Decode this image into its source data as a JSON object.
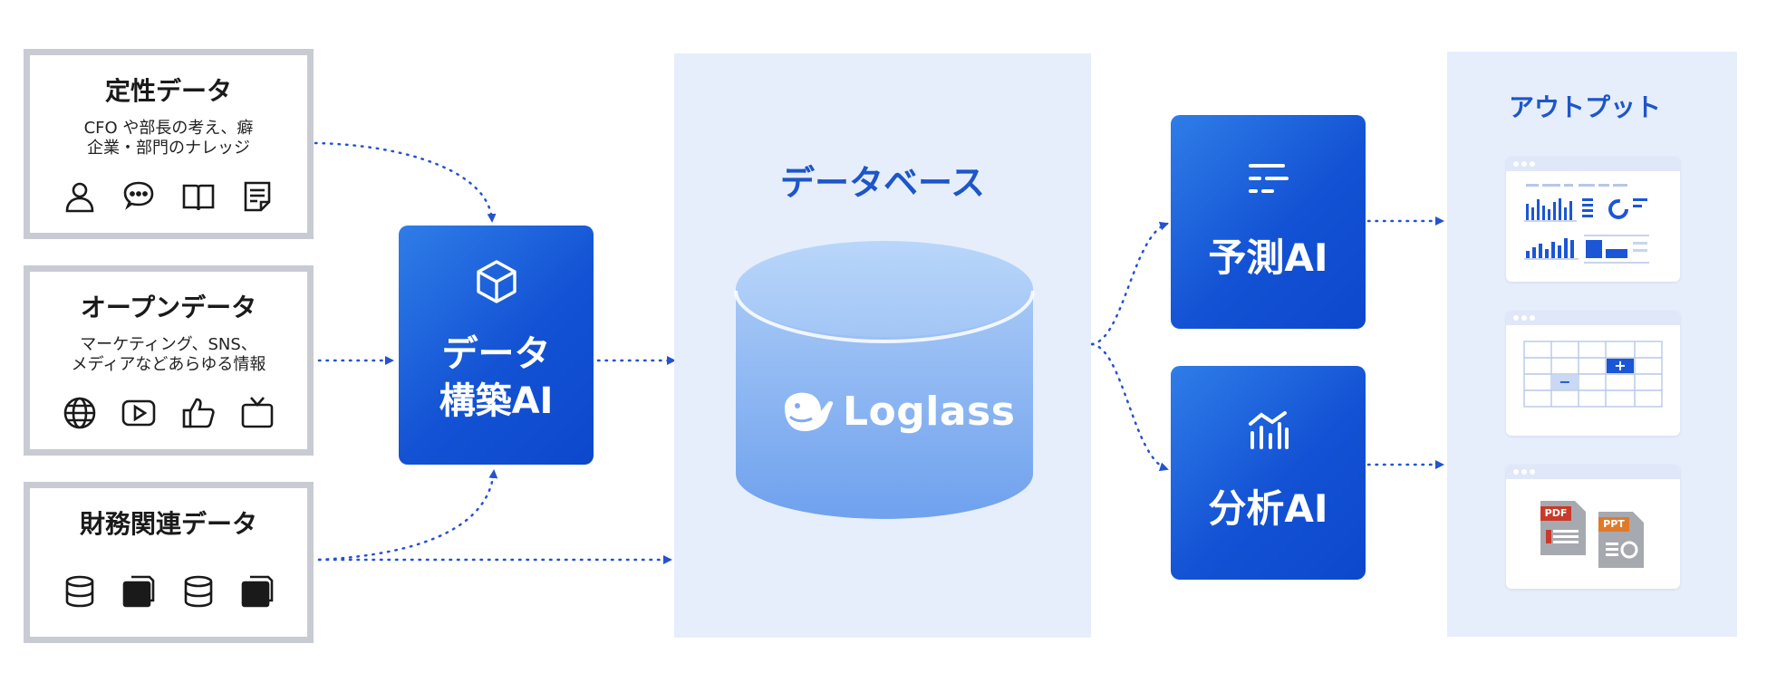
{
  "sources": [
    {
      "title": "定性データ",
      "subtitle_lines": [
        "CFO や部長の考え、癖",
        "企業・部門のナレッジ"
      ],
      "icons": [
        "person-icon",
        "chat-bubble-icon",
        "book-icon",
        "notes-icon"
      ]
    },
    {
      "title": "オープンデータ",
      "subtitle_lines": [
        "マーケティング、SNS、",
        "メディアなどあらゆる情報"
      ],
      "icons": [
        "globe-icon",
        "video-play-icon",
        "thumbs-up-icon",
        "tv-icon"
      ]
    },
    {
      "title": "財務関連データ",
      "subtitle_lines": [],
      "icons": [
        "database-icon",
        "document-stack-icon",
        "database-icon",
        "document-stack-icon"
      ]
    }
  ],
  "builder": {
    "title_line1": "データ",
    "title_line2": "構築AI",
    "icon": "cube-icon"
  },
  "database": {
    "title": "データベース",
    "logo_text": "Loglass",
    "logo_icon": "whale-icon"
  },
  "ai_models": [
    {
      "title": "予測AI",
      "icon": "forecast-lines-icon"
    },
    {
      "title": "分析AI",
      "icon": "bar-trend-icon"
    }
  ],
  "output": {
    "title": "アウトプット",
    "cards": [
      {
        "type": "dashboard-charts"
      },
      {
        "type": "spreadsheet-grid",
        "plus_symbol": "+",
        "minus_symbol": "−"
      },
      {
        "type": "file-documents",
        "files": [
          "PDF",
          "PPT"
        ]
      }
    ]
  },
  "colors": {
    "accent": "#1b56d6",
    "panel": "#e6eefc",
    "box_border": "#c9cbd3",
    "arrow": "#2453d0"
  }
}
